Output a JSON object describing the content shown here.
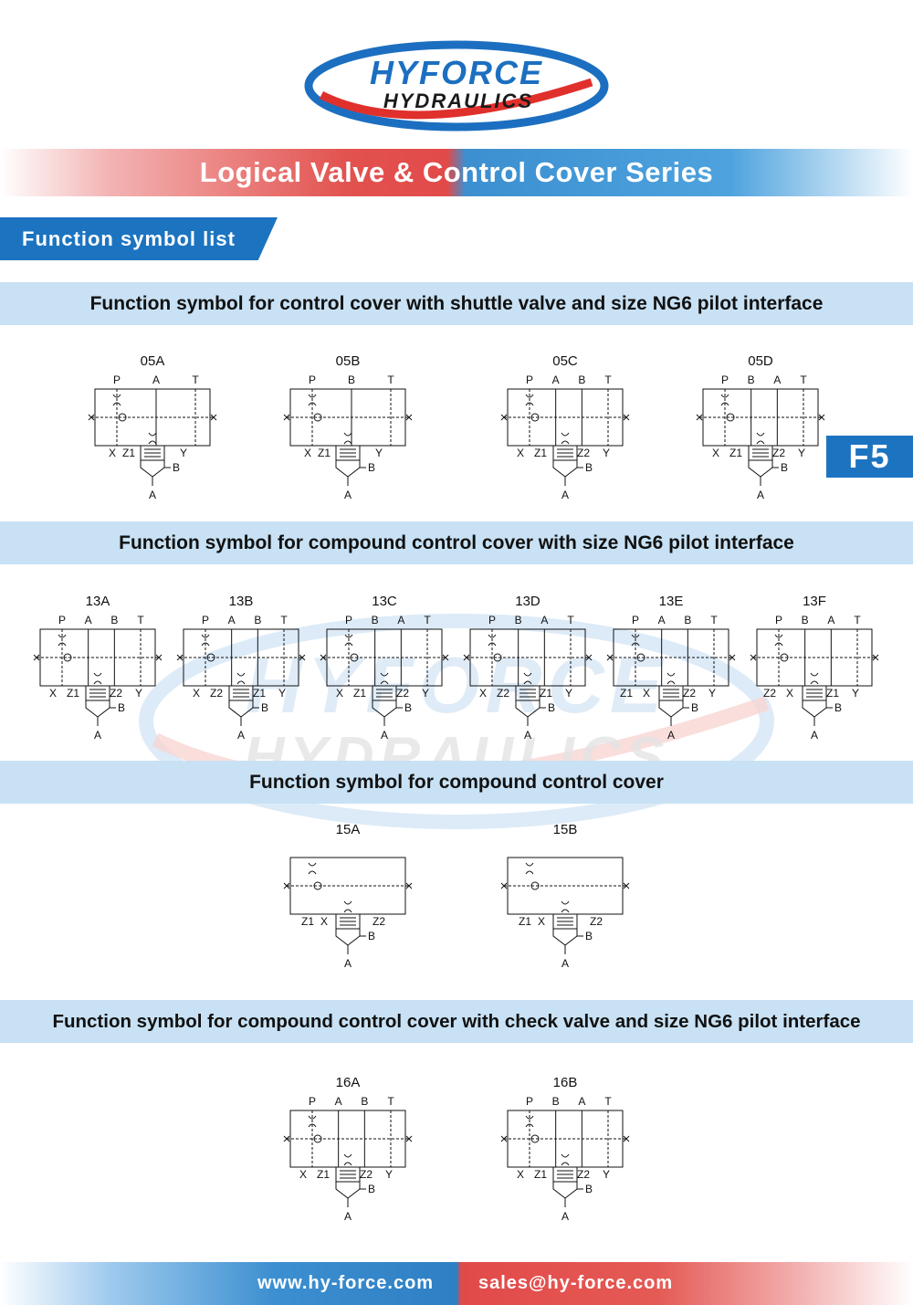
{
  "brand": {
    "name_top": "HYFORCE",
    "name_bottom": "HYDRAULICS",
    "red": "#e0302c",
    "blue": "#1c6fc0",
    "dark": "#1a1a1a"
  },
  "banner_title": "Logical Valve & Control Cover Series",
  "tab_label": "Function symbol list",
  "page_badge": "F5",
  "sections": [
    {
      "title": "Function symbol for control cover with shuttle valve and size NG6 pilot interface",
      "symbols": [
        {
          "code": "05A",
          "top": [
            "P",
            "A",
            "T"
          ],
          "bottom": [
            "X",
            "Z1",
            "Y"
          ],
          "outlet": "A",
          "side": "B"
        },
        {
          "code": "05B",
          "top": [
            "P",
            "B",
            "T"
          ],
          "bottom": [
            "X",
            "Z1",
            "Y"
          ],
          "outlet": "A",
          "side": "B"
        },
        {
          "code": "05C",
          "top": [
            "P",
            "A",
            "B",
            "T"
          ],
          "bottom": [
            "X",
            "Z1",
            "Z2",
            "Y"
          ],
          "outlet": "A",
          "side": "B"
        },
        {
          "code": "05D",
          "top": [
            "P",
            "B",
            "A",
            "T"
          ],
          "bottom": [
            "X",
            "Z1",
            "Z2",
            "Y"
          ],
          "outlet": "A",
          "side": "B"
        }
      ]
    },
    {
      "title": "Function symbol for compound control cover with size NG6 pilot interface",
      "symbols": [
        {
          "code": "13A",
          "top": [
            "P",
            "A",
            "B",
            "T"
          ],
          "bottom": [
            "X",
            "Z1",
            "Z2",
            "Y"
          ],
          "outlet": "A",
          "side": "B"
        },
        {
          "code": "13B",
          "top": [
            "P",
            "A",
            "B",
            "T"
          ],
          "bottom": [
            "X",
            "Z2",
            "Z1",
            "Y"
          ],
          "outlet": "A",
          "side": "B"
        },
        {
          "code": "13C",
          "top": [
            "P",
            "B",
            "A",
            "T"
          ],
          "bottom": [
            "X",
            "Z1",
            "Z2",
            "Y"
          ],
          "outlet": "A",
          "side": "B"
        },
        {
          "code": "13D",
          "top": [
            "P",
            "B",
            "A",
            "T"
          ],
          "bottom": [
            "X",
            "Z2",
            "Z1",
            "Y"
          ],
          "outlet": "A",
          "side": "B"
        },
        {
          "code": "13E",
          "top": [
            "P",
            "A",
            "B",
            "T"
          ],
          "bottom": [
            "Z1",
            "X",
            "Z2",
            "Y"
          ],
          "outlet": "A",
          "side": "B"
        },
        {
          "code": "13F",
          "top": [
            "P",
            "B",
            "A",
            "T"
          ],
          "bottom": [
            "Z2",
            "X",
            "Z1",
            "Y"
          ],
          "outlet": "A",
          "side": "B"
        }
      ]
    },
    {
      "title": "Function  symbol  for  compound control  cover",
      "symbols": [
        {
          "code": "15A",
          "top": [],
          "bottom": [
            "Z1",
            "X",
            "Z2"
          ],
          "outlet": "A",
          "side": "B"
        },
        {
          "code": "15B",
          "top": [],
          "bottom": [
            "Z1",
            "X",
            "Z2"
          ],
          "outlet": "A",
          "side": "B"
        }
      ]
    },
    {
      "title": "Function symbol for compound control cover with check valve and size NG6 pilot interface",
      "symbols": [
        {
          "code": "16A",
          "top": [
            "P",
            "A",
            "B",
            "T"
          ],
          "bottom": [
            "X",
            "Z1",
            "Z2",
            "Y"
          ],
          "outlet": "A",
          "side": "B"
        },
        {
          "code": "16B",
          "top": [
            "P",
            "B",
            "A",
            "T"
          ],
          "bottom": [
            "X",
            "Z1",
            "Z2",
            "Y"
          ],
          "outlet": "A",
          "side": "B"
        }
      ]
    }
  ],
  "footer": {
    "website": "www.hy-force.com",
    "email": "sales@hy-force.com"
  }
}
